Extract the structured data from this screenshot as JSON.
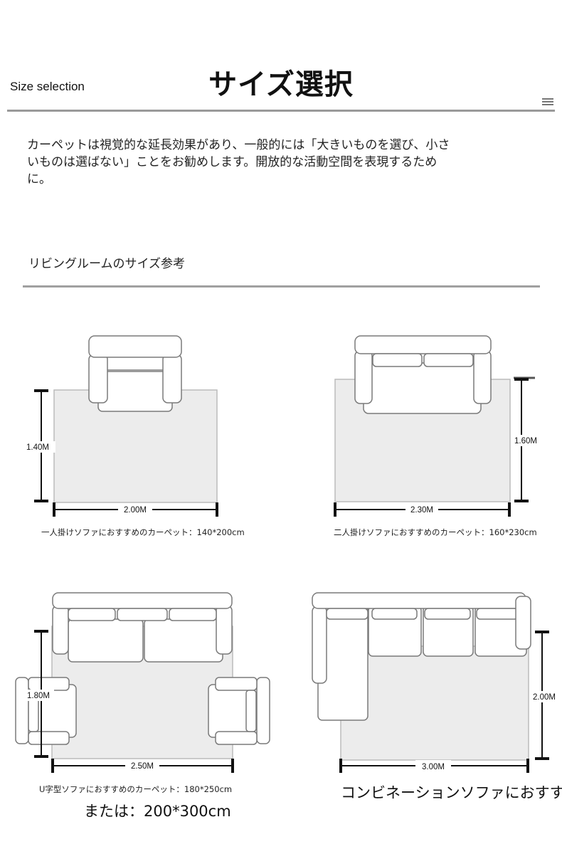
{
  "header": {
    "english_label": "Size selection",
    "title": "サイズ選択"
  },
  "description": "カーペットは視覚的な延長効果があり、一般的には「大きいものを選び、小さいものは選ばない」ことをお勧めします。開放的な活動空間を表現するために。",
  "section": {
    "heading": "リビングルームのサイズ参考"
  },
  "layouts": [
    {
      "width_label": "2.00M",
      "height_label": "1.40M",
      "caption": "一人掛けソファにおすすめのカーペット：140*200cm"
    },
    {
      "width_label": "2.30M",
      "height_label": "1.60M",
      "caption": "二人掛けソファにおすすめのカーペット：160*230cm"
    },
    {
      "width_label": "2.50M",
      "height_label": "1.80M",
      "caption": "U字型ソファにおすすめのカーペット：180*250cm",
      "alt": "または：200*300cm"
    },
    {
      "width_label": "3.00M",
      "height_label": "2.00M",
      "caption": "コンビネーションソファにおすすめのカーペット"
    }
  ],
  "colors": {
    "rug": "#ececec",
    "outline": "#7a7a7a",
    "dim": "#111111"
  }
}
